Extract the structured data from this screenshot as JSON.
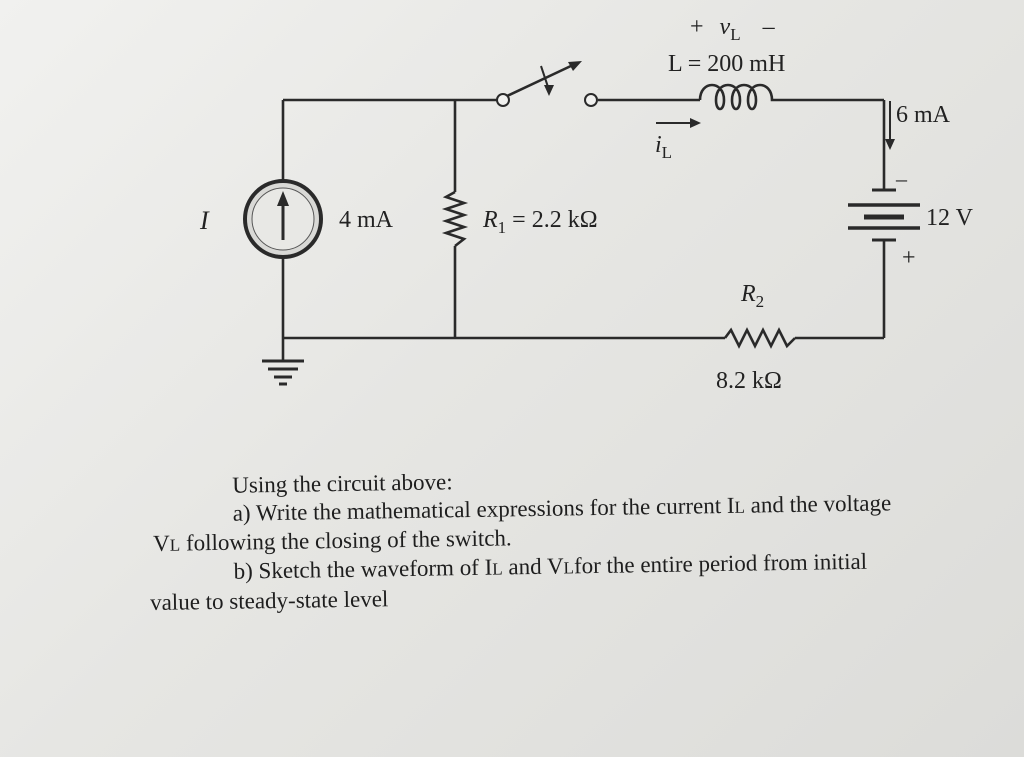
{
  "circuit": {
    "source_name": "I",
    "source_value": "4 mA",
    "r1_symbol": "R",
    "r1_sub": "1",
    "r1_value": " = 2.2 kΩ",
    "inductor_value": "L = 200 mH",
    "vl_plus": "+",
    "vl_symbol": "v",
    "vl_sub": "L",
    "vl_minus": "–",
    "il_symbol": "i",
    "il_sub": "L",
    "branch_current": "6 mA",
    "battery_minus": "–",
    "battery_value": "12 V",
    "battery_plus": "+",
    "r2_symbol": "R",
    "r2_sub": "2",
    "r2_value": "8.2 kΩ"
  },
  "problem": {
    "intro": "Using the circuit above:",
    "a_part1": "a) Write the mathematical expressions for the current I",
    "a_sub1": "L",
    "a_part2": " and the voltage",
    "a_cont_v": "V",
    "a_cont_sub": "L",
    "a_cont_rest": " following the closing of the switch.",
    "b_part1": "b)  Sketch the waveform of I",
    "b_sub1": "L",
    "b_part2": " and V",
    "b_sub2": "L",
    "b_part3": "for the entire period from initial",
    "b_cont": "value to steady-state level"
  }
}
